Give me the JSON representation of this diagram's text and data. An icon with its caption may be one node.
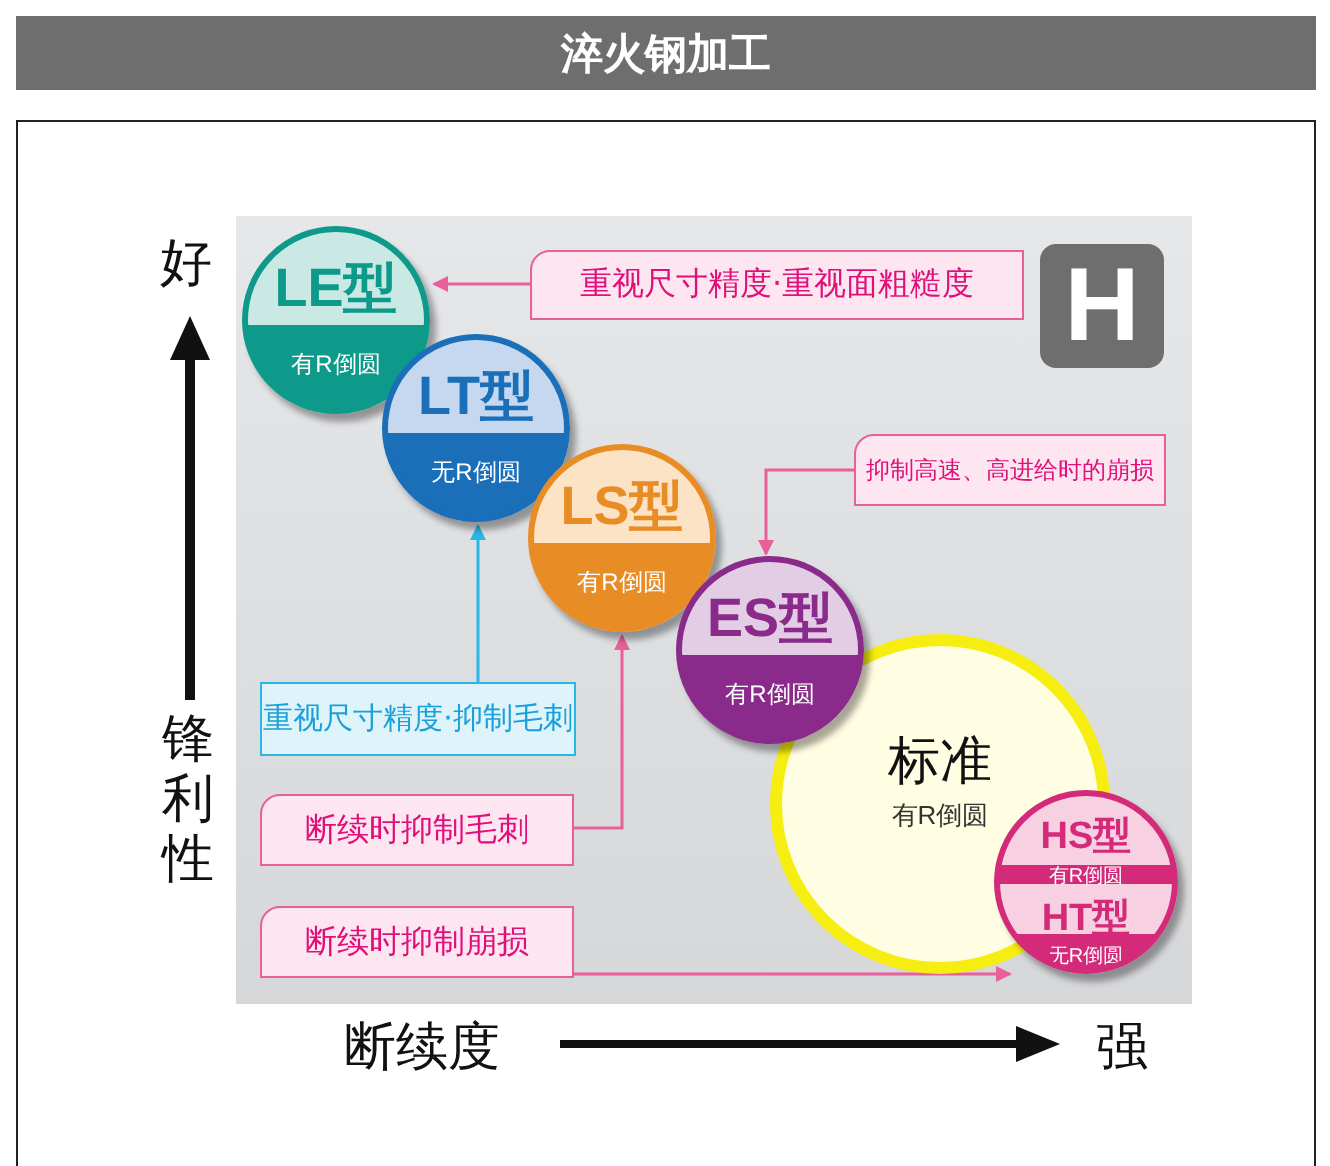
{
  "diagram": {
    "title": "淬火钢加工",
    "nodes": [
      {
        "text": [
          "LE型",
          "有R倒圆"
        ]
      },
      {
        "text": [
          "LT型",
          "无R倒圆"
        ]
      },
      {
        "text": [
          "LS型",
          "有R倒圆"
        ]
      },
      {
        "text": [
          "ES型",
          "有R倒圆"
        ]
      },
      {
        "text": [
          "标准",
          "有R倒圆"
        ]
      },
      {
        "text": [
          "HS型",
          "有R倒圆",
          "HT型",
          "无R倒圆"
        ]
      },
      {
        "text": [
          "重视尺寸精度·重视面粗糙度"
        ]
      },
      {
        "text": [
          "抑制高速、高进给时的崩损"
        ]
      },
      {
        "text": [
          "重视尺寸精度·抑制毛刺"
        ]
      },
      {
        "text": [
          "断续时抑制毛刺"
        ]
      },
      {
        "text": [
          "断续时抑制崩损"
        ]
      },
      {
        "text": [
          "H"
        ]
      }
    ],
    "edges": [
      {
        "from": 6,
        "to": 0,
        "arrow": "to"
      },
      {
        "from": 7,
        "to": 3,
        "arrow": "to"
      },
      {
        "from": 8,
        "to": 1,
        "arrow": "to",
        "color": "#29b6e8"
      },
      {
        "from": 9,
        "to": 2,
        "arrow": "to"
      },
      {
        "from": 10,
        "to": 5,
        "arrow": "to"
      }
    ],
    "labels": [
      "好",
      "锋利性",
      "断续度",
      "强"
    ]
  }
}
